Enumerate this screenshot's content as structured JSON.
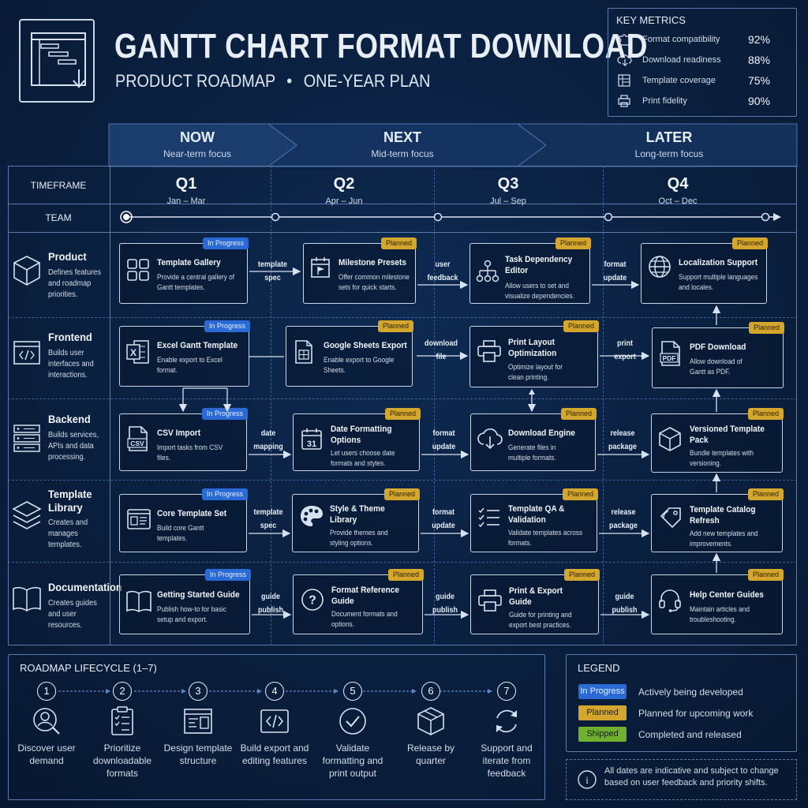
{
  "header": {
    "title": "GANTT CHART FORMAT DOWNLOAD",
    "subtitle_left": "PRODUCT ROADMAP",
    "subtitle_sep": "•",
    "subtitle_right": "ONE-YEAR PLAN"
  },
  "metrics": {
    "heading": "KEY METRICS",
    "items": [
      {
        "label": "Format compatibility",
        "value": "92%",
        "icon": "puzzle-icon"
      },
      {
        "label": "Download readiness",
        "value": "88%",
        "icon": "cloud-download-icon"
      },
      {
        "label": "Template coverage",
        "value": "75%",
        "icon": "grid-template-icon"
      },
      {
        "label": "Print fidelity",
        "value": "90%",
        "icon": "printer-icon"
      }
    ]
  },
  "phases": [
    {
      "name": "NOW",
      "focus": "Near-term focus"
    },
    {
      "name": "NEXT",
      "focus": "Mid-term focus"
    },
    {
      "name": "LATER",
      "focus": "Long-term focus"
    }
  ],
  "row_labels": {
    "timeframe": "TIMEFRAME",
    "team": "TEAM"
  },
  "quarters": [
    {
      "name": "Q1",
      "range": "Jan – Mar"
    },
    {
      "name": "Q2",
      "range": "Apr – Jun"
    },
    {
      "name": "Q3",
      "range": "Jul – Sep"
    },
    {
      "name": "Q4",
      "range": "Oct – Dec"
    }
  ],
  "teams": [
    {
      "name": "Product",
      "desc": "Defines features and roadmap priorities.",
      "icon": "cube-icon"
    },
    {
      "name": "Frontend",
      "desc": "Builds user interfaces and interactions.",
      "icon": "code-window-icon"
    },
    {
      "name": "Backend",
      "desc": "Builds services, APIs and data processing.",
      "icon": "server-icon"
    },
    {
      "name": "Template Library",
      "desc": "Creates and manages templates.",
      "icon": "layers-icon"
    },
    {
      "name": "Documentation",
      "desc": "Creates guides and user resources.",
      "icon": "book-icon"
    }
  ],
  "tasks": [
    {
      "title": "Template Gallery",
      "desc": "Provide a central gallery of Gantt templates.",
      "status": "In Progress",
      "icon": "gallery-grid-icon"
    },
    {
      "title": "Milestone Presets",
      "desc": "Offer common milestone sets for quick starts.",
      "status": "Planned",
      "icon": "calendar-flag-icon"
    },
    {
      "title": "Task Dependency Editor",
      "desc": "Allow users to set and visualize dependencies.",
      "status": "Planned",
      "icon": "dependency-tree-icon"
    },
    {
      "title": "Localization Support",
      "desc": "Support multiple languages and locales.",
      "status": "Planned",
      "icon": "globe-icon"
    },
    {
      "title": "Excel Gantt Template",
      "desc": "Enable export to Excel format.",
      "status": "In Progress",
      "icon": "excel-icon"
    },
    {
      "title": "Google Sheets Export",
      "desc": "Enable export to Google Sheets.",
      "status": "Planned",
      "icon": "sheets-doc-icon"
    },
    {
      "title": "Print Layout Optimization",
      "desc": "Optimize layout for clean printing.",
      "status": "Planned",
      "icon": "printer-icon"
    },
    {
      "title": "PDF Download",
      "desc": "Allow download of Gantt as PDF.",
      "status": "Planned",
      "icon": "pdf-icon"
    },
    {
      "title": "CSV Import",
      "desc": "Import tasks from CSV files.",
      "status": "In Progress",
      "icon": "csv-icon"
    },
    {
      "title": "Date Formatting Options",
      "desc": "Let users choose date formats and styles.",
      "status": "Planned",
      "icon": "calendar-31-icon"
    },
    {
      "title": "Download Engine",
      "desc": "Generate files in multiple formats.",
      "status": "Planned",
      "icon": "cloud-download-icon"
    },
    {
      "title": "Versioned Template Pack",
      "desc": "Bundle templates with versioning.",
      "status": "Planned",
      "icon": "package-icon"
    },
    {
      "title": "Core Template Set",
      "desc": "Build core Gantt templates.",
      "status": "In Progress",
      "icon": "template-window-icon"
    },
    {
      "title": "Style & Theme Library",
      "desc": "Provide themes and styling options.",
      "status": "Planned",
      "icon": "palette-icon"
    },
    {
      "title": "Template QA & Validation",
      "desc": "Validate templates across formats.",
      "status": "Planned",
      "icon": "checklist-icon"
    },
    {
      "title": "Template Catalog Refresh",
      "desc": "Add new templates and improvements.",
      "status": "Planned",
      "icon": "refresh-tag-icon"
    },
    {
      "title": "Getting Started Guide",
      "desc": "Publish how-to for basic setup and export.",
      "status": "In Progress",
      "icon": "open-book-icon"
    },
    {
      "title": "Format Reference Guide",
      "desc": "Document formats and options.",
      "status": "Planned",
      "icon": "question-icon"
    },
    {
      "title": "Print & Export Guide",
      "desc": "Guide for printing and export best practices.",
      "status": "Planned",
      "icon": "printer-icon"
    },
    {
      "title": "Help Center Guides",
      "desc": "Maintain articles and troubleshooting.",
      "status": "Planned",
      "icon": "headset-icon"
    }
  ],
  "connectors": [
    [
      "template",
      "spec"
    ],
    [
      "user",
      "feedback"
    ],
    [
      "format",
      "update"
    ],
    [
      "download",
      "file"
    ],
    [
      "print",
      "export"
    ],
    [
      "date",
      "mapping"
    ],
    [
      "format",
      "update"
    ],
    [
      "release",
      "package"
    ],
    [
      "template",
      "spec"
    ],
    [
      "format",
      "update"
    ],
    [
      "release",
      "package"
    ],
    [
      "guide",
      "publish"
    ],
    [
      "guide",
      "publish"
    ],
    [
      "guide",
      "publish"
    ]
  ],
  "lifecycle": {
    "heading": "ROADMAP LIFECYCLE (1–7)",
    "steps": [
      {
        "num": "1",
        "text": "Discover user demand",
        "icon": "user-search-icon"
      },
      {
        "num": "2",
        "text": "Prioritize downloadable formats",
        "icon": "clipboard-check-icon"
      },
      {
        "num": "3",
        "text": "Design template structure",
        "icon": "layout-icon"
      },
      {
        "num": "4",
        "text": "Build export and editing features",
        "icon": "code-window-icon"
      },
      {
        "num": "5",
        "text": "Validate formatting and print output",
        "icon": "check-circle-icon"
      },
      {
        "num": "6",
        "text": "Release by quarter",
        "icon": "package-icon"
      },
      {
        "num": "7",
        "text": "Support and iterate from feedback",
        "icon": "cycle-icon"
      }
    ]
  },
  "legend": {
    "heading": "LEGEND",
    "items": [
      {
        "badge": "In Progress",
        "text": "Actively being developed",
        "color": "#2a6ad6"
      },
      {
        "badge": "Planned",
        "text": "Planned for upcoming work",
        "color": "#d4a72c"
      },
      {
        "badge": "Shipped",
        "text": "Completed and released",
        "color": "#6fb02f"
      }
    ],
    "note": "All dates are indicative and subject to change based on user feedback and priority shifts."
  }
}
